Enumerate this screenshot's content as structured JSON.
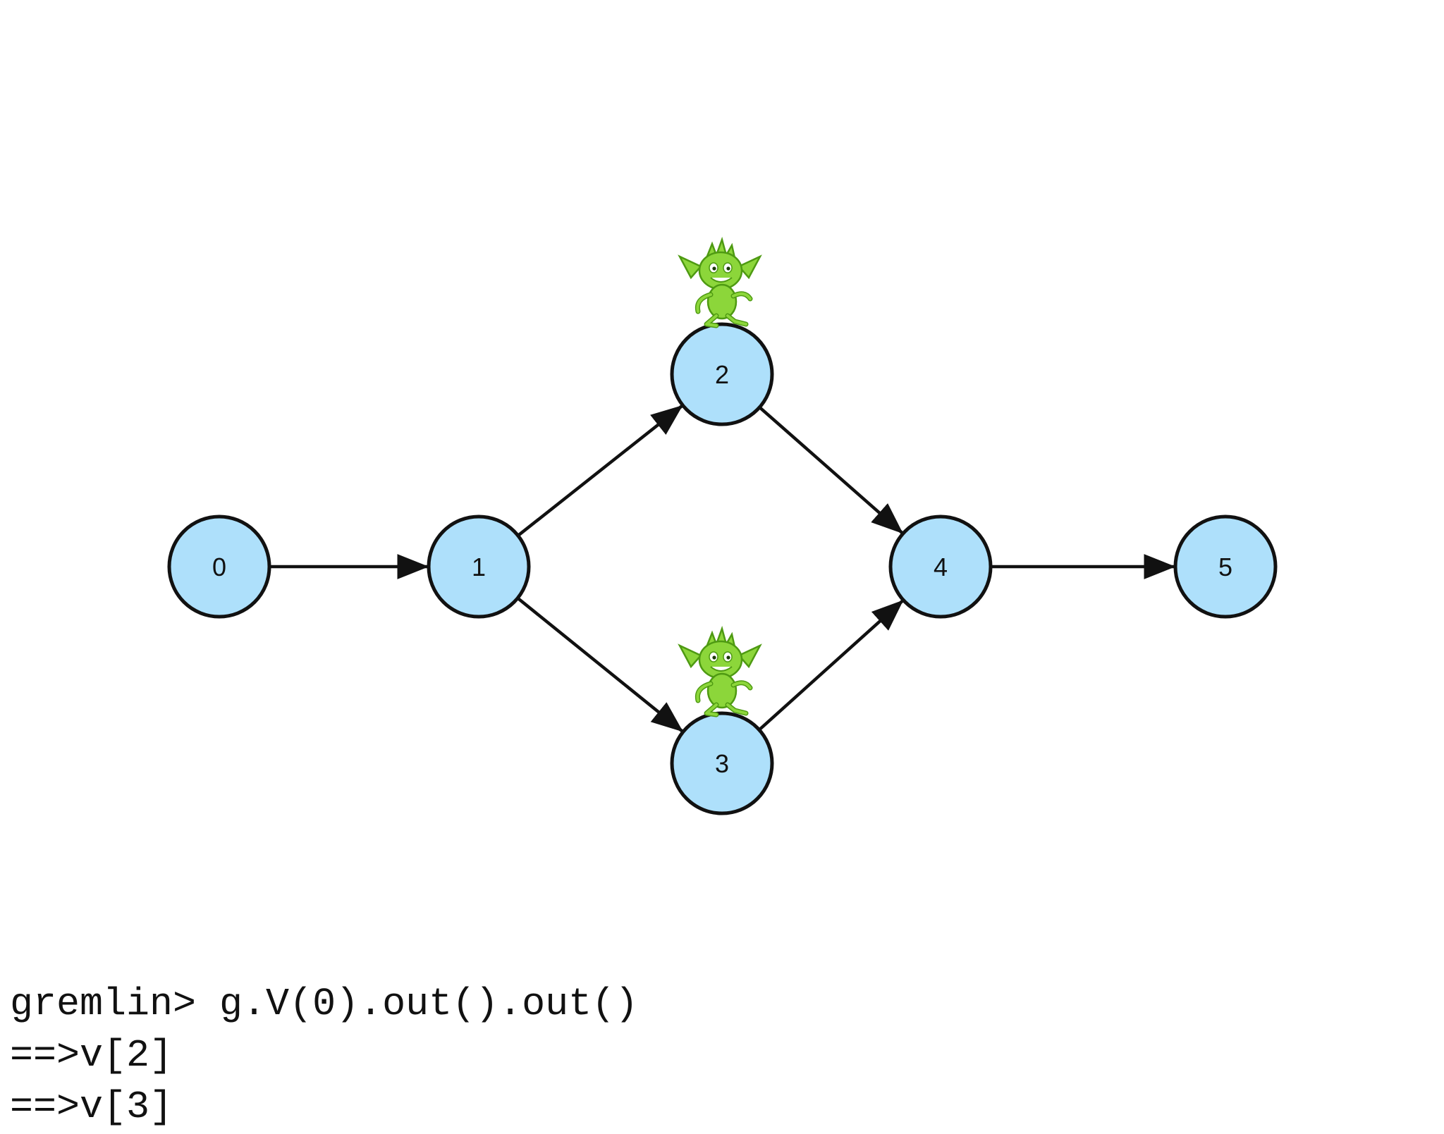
{
  "diagram": {
    "node_fill": "#aee0fb",
    "node_stroke": "#111111",
    "edge_color": "#111111",
    "gremlin_color": "#8cd63a",
    "gremlin_outline": "#4e9a12",
    "nodes": [
      {
        "id": "0",
        "label": "0"
      },
      {
        "id": "1",
        "label": "1"
      },
      {
        "id": "2",
        "label": "2",
        "gremlin": true
      },
      {
        "id": "3",
        "label": "3",
        "gremlin": true
      },
      {
        "id": "4",
        "label": "4"
      },
      {
        "id": "5",
        "label": "5"
      }
    ],
    "edges": [
      {
        "from": "0",
        "to": "1"
      },
      {
        "from": "1",
        "to": "2"
      },
      {
        "from": "1",
        "to": "3"
      },
      {
        "from": "2",
        "to": "4"
      },
      {
        "from": "3",
        "to": "4"
      },
      {
        "from": "4",
        "to": "5"
      }
    ]
  },
  "console": {
    "lines": [
      "gremlin> g.V(0).out().out()",
      "==>v[2]",
      "==>v[3]"
    ]
  }
}
